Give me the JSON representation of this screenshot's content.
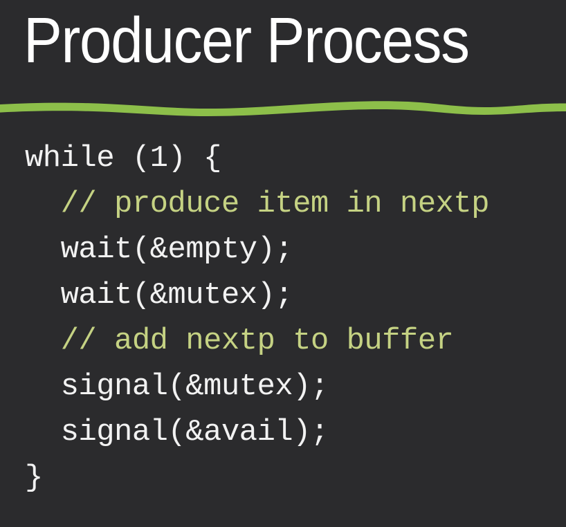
{
  "slide": {
    "title": "Producer Process",
    "background_color": "#2b2b2d",
    "accent_color": "#8dbf4a",
    "code_color": "#f2f2f2",
    "comment_color": "#c5d283"
  },
  "divider": {
    "name": "green-wavy-underline",
    "color": "#8dbf4a"
  },
  "code": {
    "language": "c",
    "lines": [
      {
        "text": "while (1) {",
        "kind": "code"
      },
      {
        "text": "  // produce item in nextp",
        "kind": "comment"
      },
      {
        "text": "  wait(&empty);",
        "kind": "code"
      },
      {
        "text": "  wait(&mutex);",
        "kind": "code"
      },
      {
        "text": "  // add nextp to buffer",
        "kind": "comment"
      },
      {
        "text": "  signal(&mutex);",
        "kind": "code"
      },
      {
        "text": "  signal(&avail);",
        "kind": "code"
      },
      {
        "text": "}",
        "kind": "code"
      }
    ]
  }
}
